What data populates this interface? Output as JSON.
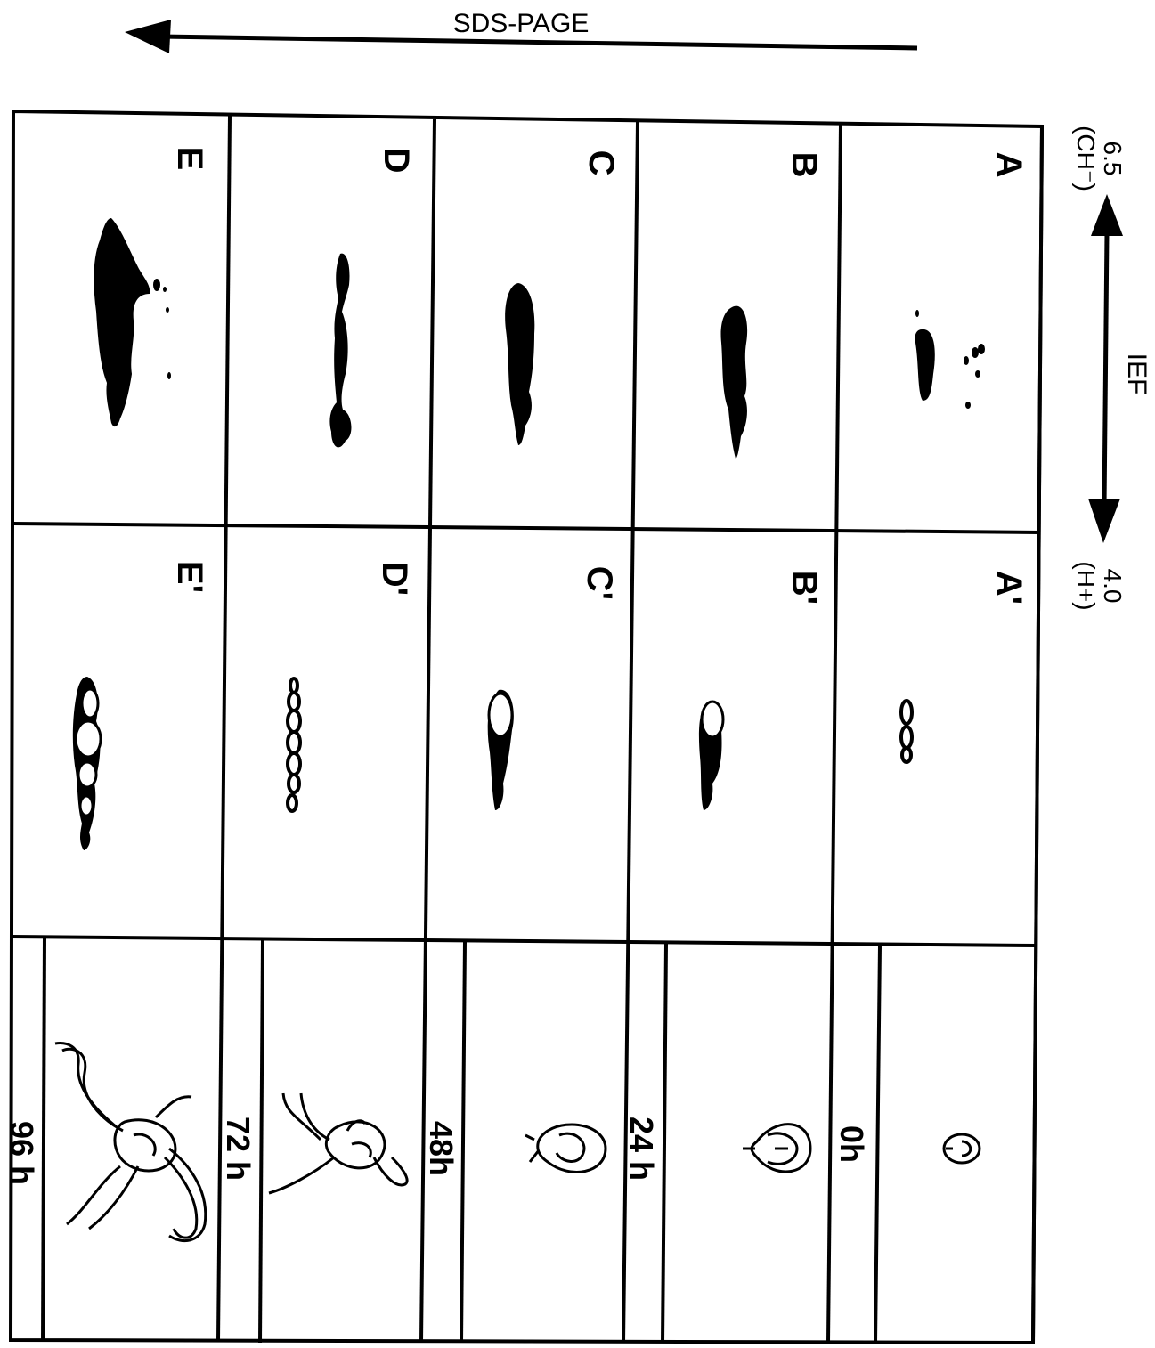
{
  "axes": {
    "sds_page_label": "SDS-PAGE",
    "ief_label": "IEF",
    "ief_top_value": "6.5",
    "ief_top_sub": "(CH⁻)",
    "ief_bottom_value": "4.0",
    "ief_bottom_sub": "(H+)"
  },
  "rows": [
    {
      "panel_left": "A",
      "panel_mid": "A'",
      "time": "0h"
    },
    {
      "panel_left": "B",
      "panel_mid": "B'",
      "time": "24 h"
    },
    {
      "panel_left": "C",
      "panel_mid": "C'",
      "time": "48h"
    },
    {
      "panel_left": "D",
      "panel_mid": "D'",
      "time": "72 h"
    },
    {
      "panel_left": "E",
      "panel_mid": "E'",
      "time": "96 h"
    }
  ],
  "colors": {
    "ink": "#000000",
    "paper": "#ffffff"
  }
}
